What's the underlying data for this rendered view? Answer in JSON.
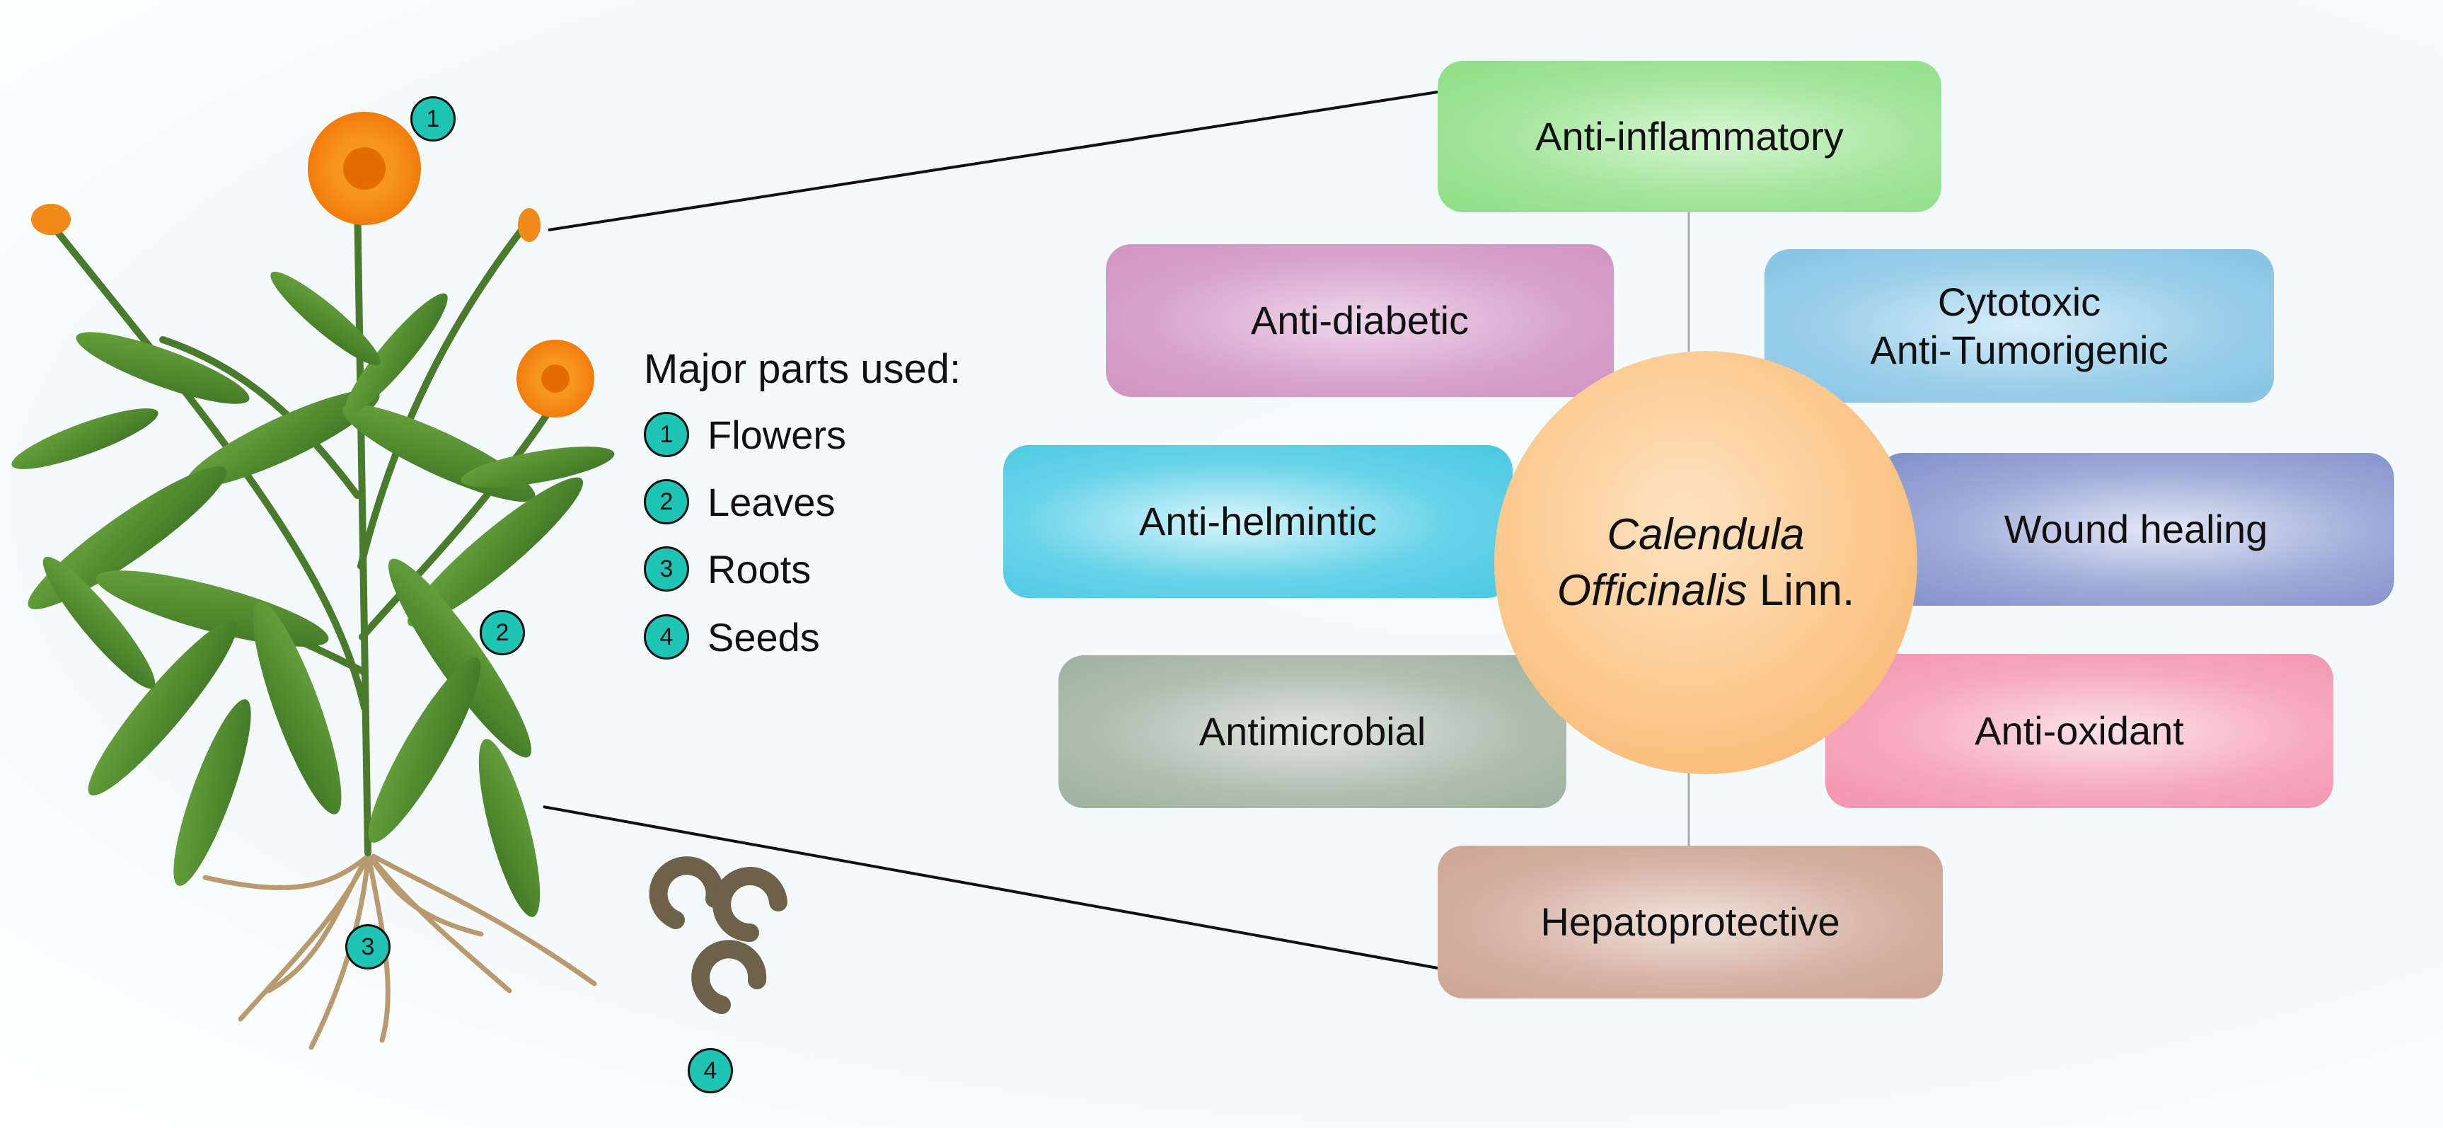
{
  "center": {
    "line1": "Calendula",
    "line2_italic": "Officinalis",
    "line2_rest": " Linn."
  },
  "properties": [
    {
      "id": "anti-inflammatory",
      "label": "Anti-inflammatory"
    },
    {
      "id": "anti-diabetic",
      "label": "Anti-diabetic"
    },
    {
      "id": "cytotoxic",
      "label": "Cytotoxic\nAnti-Tumorigenic"
    },
    {
      "id": "anti-helmintic",
      "label": "Anti-helmintic"
    },
    {
      "id": "wound-healing",
      "label": "Wound healing"
    },
    {
      "id": "antimicrobial",
      "label": "Antimicrobial"
    },
    {
      "id": "anti-oxidant",
      "label": "Anti-oxidant"
    },
    {
      "id": "hepatoprotective",
      "label": "Hepatoprotective"
    }
  ],
  "parts": {
    "title": "Major parts used:",
    "items": [
      {
        "number": "1",
        "label": "Flowers"
      },
      {
        "number": "2",
        "label": "Leaves"
      },
      {
        "number": "3",
        "label": "Roots"
      },
      {
        "number": "4",
        "label": "Seeds"
      }
    ]
  },
  "image_markers": [
    "1",
    "2",
    "3",
    "4"
  ],
  "colors": {
    "badge": "#1ec4b4",
    "center": "#f9bd7a",
    "anti_inflammatory": "#a4e59c",
    "anti_diabetic": "#d6a2cc",
    "cytotoxic": "#9ccfe9",
    "anti_helmintic": "#68d3e8",
    "wound_healing": "#9eaad8",
    "antimicrobial": "#b3c0b2",
    "anti_oxidant": "#f6a9bd",
    "hepatoprotective": "#d6b3a5",
    "flower": "#f7931e",
    "leaf": "#4f8a2e"
  }
}
